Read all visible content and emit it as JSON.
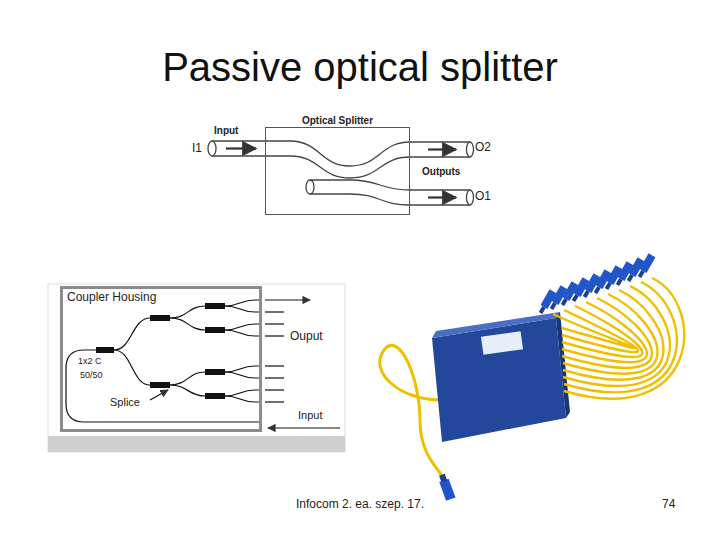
{
  "diagram": {
    "title": "Passive optical splitter",
    "nodes": [
      {
        "text": [
          "Optical Splitter"
        ]
      },
      {
        "text": [
          "Coupler Housing"
        ]
      }
    ],
    "labels": [
      "Input",
      "I1",
      "O2",
      "Outputs",
      "O1",
      "1x2 C",
      "50/50",
      "Splice",
      "Ouput",
      "Input",
      "Infocom 2. ea. szep. 17.",
      "74"
    ]
  }
}
